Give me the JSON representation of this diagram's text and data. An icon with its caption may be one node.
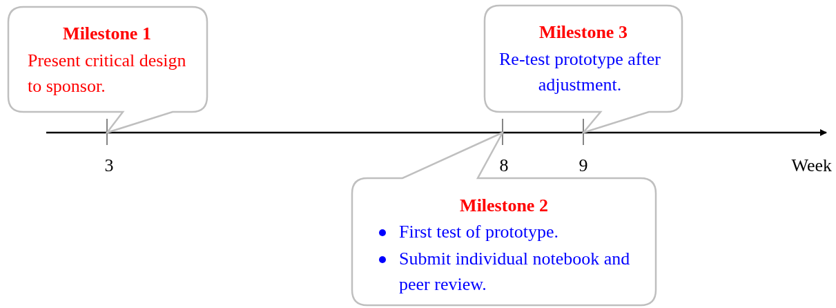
{
  "diagram": {
    "nodes": [
      {
        "text": [
          "Milestone 1",
          "Present critical design to sponsor."
        ]
      },
      {
        "text": [
          "Milestone 2",
          "First test of prototype.",
          "Submit individual notebook and peer review."
        ]
      },
      {
        "text": [
          "Milestone 3",
          "Re-test prototype after adjustment."
        ]
      }
    ],
    "labels": [
      "3",
      "8",
      "9",
      "Week"
    ]
  }
}
